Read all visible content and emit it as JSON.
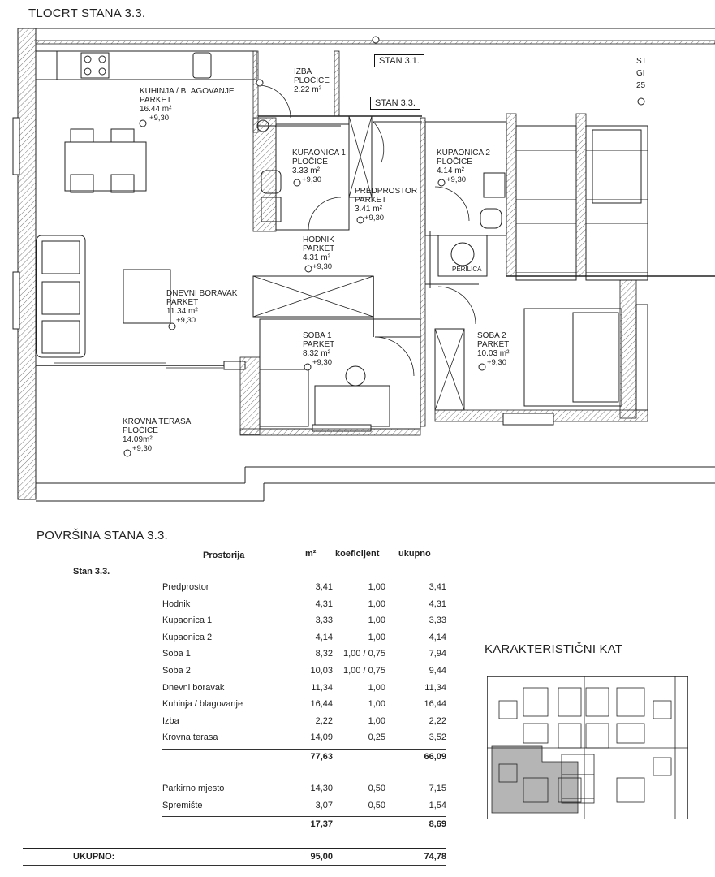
{
  "floorplan_title": "TLOCRT STANA 3.3.",
  "tags": {
    "stan_31": "STAN 3.1.",
    "stan_33": "STAN 3.3.",
    "edge_1": "ST",
    "edge_2": "GI",
    "edge_3": "25"
  },
  "rooms": [
    {
      "l1": "KUHINJA / BLAGOVANJE",
      "l2": "PARKET",
      "area": "16.44 m²",
      "level": "+9,30"
    },
    {
      "l1": "IZBA",
      "l2": "PLOČICE",
      "area": "2.22 m²",
      "level": ""
    },
    {
      "l1": "KUPAONICA 1",
      "l2": "PLOČICE",
      "area": "3.33 m²",
      "level": "+9,30"
    },
    {
      "l1": "PREDPROSTOR",
      "l2": "PARKET",
      "area": "3.41 m²",
      "level": "+9,30"
    },
    {
      "l1": "KUPAONICA 2",
      "l2": "PLOČICE",
      "area": "4.14 m²",
      "level": "+9,30"
    },
    {
      "l1": "HODNIK",
      "l2": "PARKET",
      "area": "4.31 m²",
      "level": "+9,30"
    },
    {
      "l1": "DNEVNI BORAVAK",
      "l2": "PARKET",
      "area": "11.34 m²",
      "level": "+9,30"
    },
    {
      "l1": "SOBA 1",
      "l2": "PARKET",
      "area": "8.32 m²",
      "level": "+9,30"
    },
    {
      "l1": "SOBA 2",
      "l2": "PARKET",
      "area": "10.03 m²",
      "level": "+9,30"
    },
    {
      "l1": "KROVNA TERASA",
      "l2": "PLOČICE",
      "area": "14.09m²",
      "level": "+9,30"
    }
  ],
  "perilica": "PERILICA",
  "area_title": "POVRŠINA STANA 3.3.",
  "table": {
    "headers": {
      "room": "Prostorija",
      "m2": "m²",
      "coef": "koeficijent",
      "total": "ukupno"
    },
    "group": "Stan 3.3.",
    "rows": [
      {
        "name": "Predprostor",
        "m2": "3,41",
        "coef": "1,00",
        "total": "3,41"
      },
      {
        "name": "Hodnik",
        "m2": "4,31",
        "coef": "1,00",
        "total": "4,31"
      },
      {
        "name": "Kupaonica 1",
        "m2": "3,33",
        "coef": "1,00",
        "total": "3,33"
      },
      {
        "name": "Kupaonica 2",
        "m2": "4,14",
        "coef": "1,00",
        "total": "4,14"
      },
      {
        "name": "Soba 1",
        "m2": "8,32",
        "coef": "1,00 / 0,75",
        "total": "7,94"
      },
      {
        "name": "Soba 2",
        "m2": "10,03",
        "coef": "1,00 / 0,75",
        "total": "9,44"
      },
      {
        "name": "Dnevni boravak",
        "m2": "11,34",
        "coef": "1,00",
        "total": "11,34"
      },
      {
        "name": "Kuhinja / blagovanje",
        "m2": "16,44",
        "coef": "1,00",
        "total": "16,44"
      },
      {
        "name": "Izba",
        "m2": "2,22",
        "coef": "1,00",
        "total": "2,22"
      },
      {
        "name": "Krovna terasa",
        "m2": "14,09",
        "coef": "0,25",
        "total": "3,52"
      }
    ],
    "subtotal": {
      "m2": "77,63",
      "total": "66,09"
    },
    "extra_rows": [
      {
        "name": "Parkirno mjesto",
        "m2": "14,30",
        "coef": "0,50",
        "total": "7,15"
      },
      {
        "name": "Spremište",
        "m2": "3,07",
        "coef": "0,50",
        "total": "1,54"
      }
    ],
    "extra_subtotal": {
      "m2": "17,37",
      "total": "8,69"
    },
    "grand": {
      "label": "UKUPNO:",
      "m2": "95,00",
      "total": "74,78"
    }
  },
  "minimap_title": "KARAKTERISTIČNI KAT",
  "colors": {
    "line": "#222222",
    "hatch": "#888888",
    "highlight": "#b5b5b5"
  }
}
